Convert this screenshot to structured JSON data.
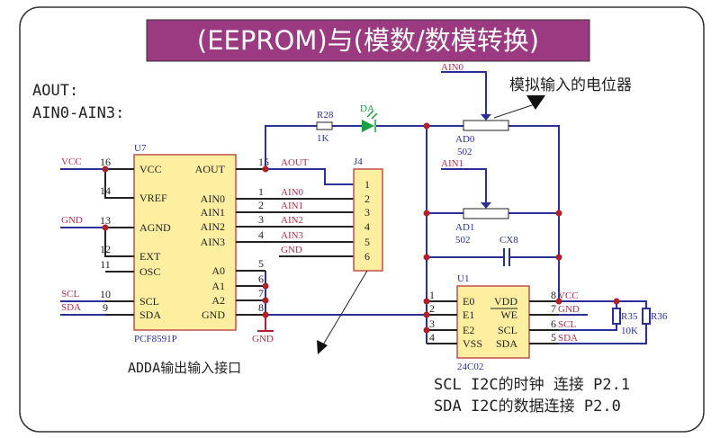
{
  "title": "(EEPROM)与(模数/数模转换)",
  "notes": {
    "aout": "AOUT:",
    "ain": "AIN0-AIN3:",
    "pot_callout": "模拟输入的电位器",
    "adda_callout": "ADDA输出输入接口",
    "scl_note": "SCL I2C的时钟 连接 P2.1",
    "sda_note": "SDA I2C的数据连接  P2.0"
  },
  "u7": {
    "ref": "U7",
    "part": "PCF8591P",
    "left_pins": [
      {
        "num": "16",
        "name": "VCC",
        "net": "VCC"
      },
      {
        "num": "14",
        "name": "VREF",
        "net": ""
      },
      {
        "num": "13",
        "name": "AGND",
        "net": "GND"
      },
      {
        "num": "12",
        "name": "EXT",
        "net": ""
      },
      {
        "num": "11",
        "name": "OSC",
        "net": ""
      },
      {
        "num": "10",
        "name": "SCL",
        "net": "SCL"
      },
      {
        "num": "9",
        "name": "SDA",
        "net": "SDA"
      }
    ],
    "right_pins": [
      {
        "num": "15",
        "name": "AOUT",
        "net": "AOUT"
      },
      {
        "num": "1",
        "name": "AIN0",
        "net": "AIN0"
      },
      {
        "num": "2",
        "name": "AIN1",
        "net": "AIN1"
      },
      {
        "num": "3",
        "name": "AIN2",
        "net": "AIN2"
      },
      {
        "num": "4",
        "name": "AIN3",
        "net": "AIN3"
      },
      {
        "num": "5",
        "name": "A0",
        "net": ""
      },
      {
        "num": "6",
        "name": "A1",
        "net": ""
      },
      {
        "num": "7",
        "name": "A2",
        "net": ""
      },
      {
        "num": "8",
        "name": "GND",
        "net": ""
      }
    ],
    "gnd_label": "GND"
  },
  "j4": {
    "ref": "J4",
    "pins": [
      "1",
      "2",
      "3",
      "4",
      "5",
      "6"
    ],
    "gnd_net": "GND"
  },
  "r28": {
    "ref": "R28",
    "value": "1K"
  },
  "led": {
    "ref": "DA"
  },
  "ad0": {
    "ref": "AD0",
    "value": "502",
    "net": "AIN0"
  },
  "ad1": {
    "ref": "AD1",
    "value": "502",
    "net": "AIN1"
  },
  "cx8": {
    "ref": "CX8"
  },
  "u1": {
    "ref": "U1",
    "part": "24C02",
    "left_pins": [
      {
        "num": "1",
        "name": "E0"
      },
      {
        "num": "2",
        "name": "E1"
      },
      {
        "num": "3",
        "name": "E2"
      },
      {
        "num": "4",
        "name": "VSS"
      }
    ],
    "right_pins": [
      {
        "num": "8",
        "name": "VDD",
        "net": "VCC"
      },
      {
        "num": "7",
        "name": "WE",
        "net": "GND"
      },
      {
        "num": "6",
        "name": "SCL",
        "net": "SCL"
      },
      {
        "num": "5",
        "name": "SDA",
        "net": "SDA"
      }
    ]
  },
  "r35": {
    "ref": "R35",
    "value": "10K"
  },
  "r36": {
    "ref": "R36"
  },
  "colors": {
    "title_bg": "#9b3a80",
    "wire": "#2a2f9a",
    "chip": "#fdeea0",
    "net_label": "#b0304a",
    "junction": "#b0202a",
    "led": "#1aa040"
  }
}
